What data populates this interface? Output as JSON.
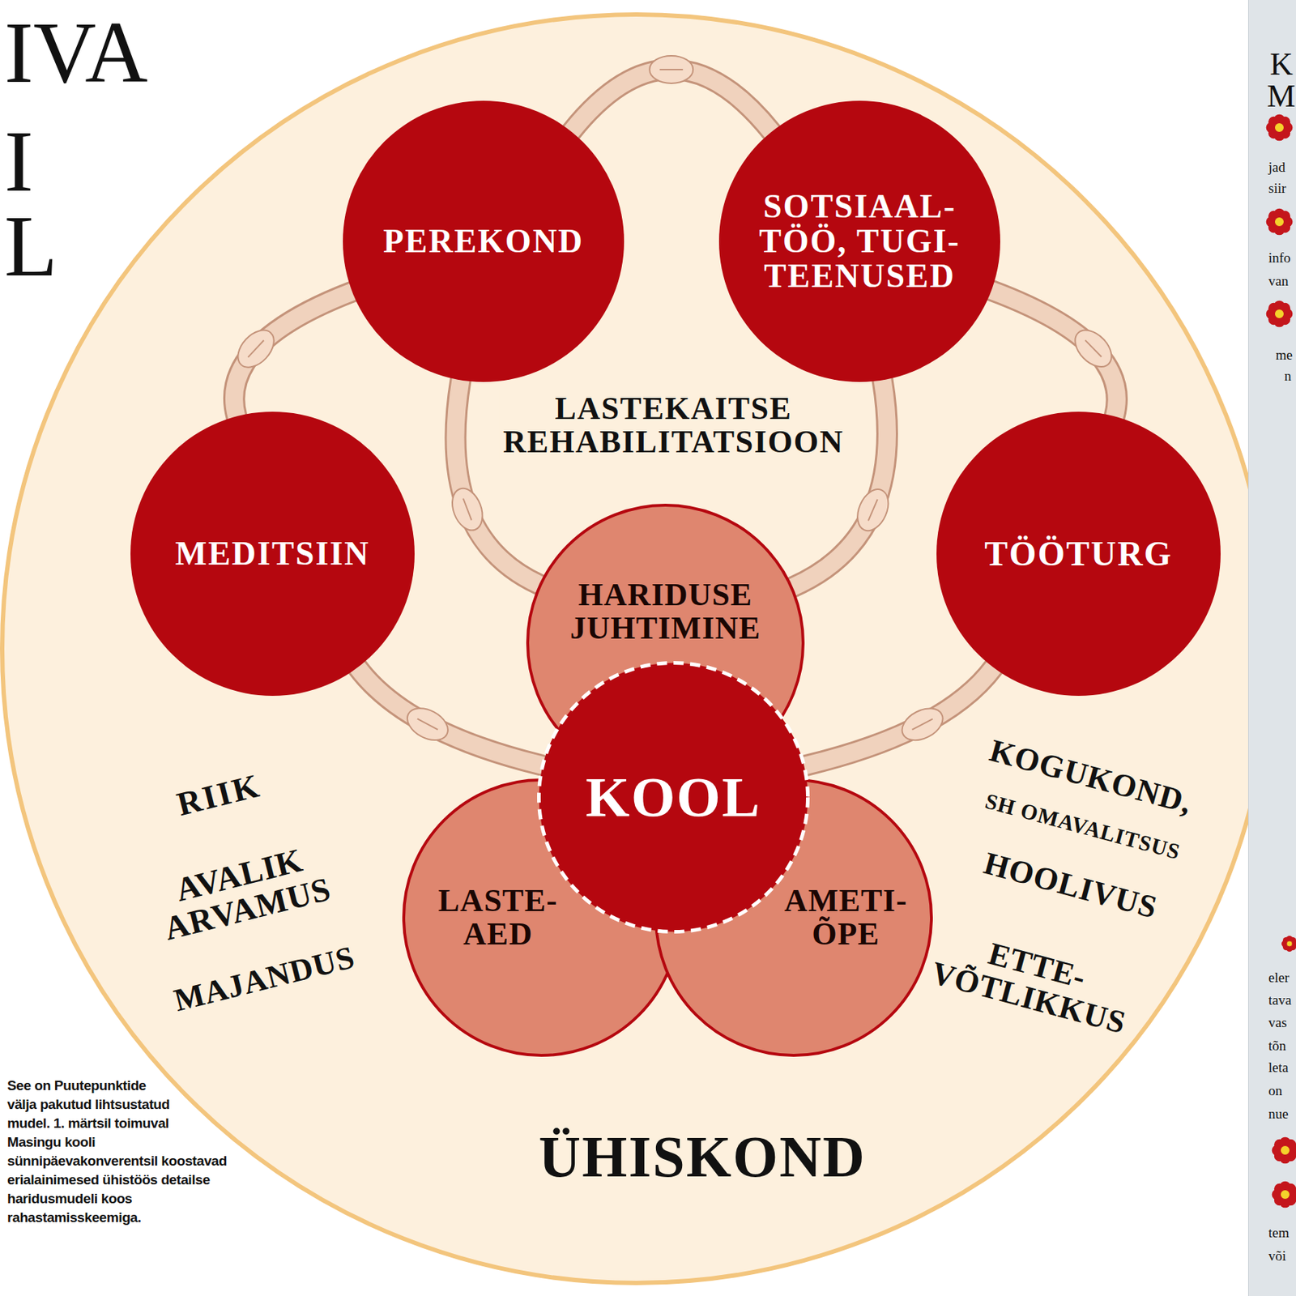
{
  "diagram": {
    "caption": "See on Puutepunktide välja pakutud lihtsustatud mudel. 1. märtsil toimuval Masingu kooli sünnipäevakonverentsil koostavad erialainimesed ühistöös detailse haridusmudeli koos rahastamisskeemiga.",
    "nodes": [
      {
        "text": [
          "ÜHISKOND"
        ]
      },
      {
        "text": [
          "PEREKOND"
        ],
        "in": 0
      },
      {
        "text": [
          "SOTSIAAL-TÖÖ, TUGI-TEENUSED"
        ],
        "in": 0
      },
      {
        "text": [
          "MEDITSIIN"
        ],
        "in": 0
      },
      {
        "text": [
          "TÖÖTURG"
        ],
        "in": 0
      },
      {
        "text": [
          "HARIDUSE JUHTIMINE"
        ],
        "in": 0
      },
      {
        "text": [
          "KOOL"
        ],
        "in": 0
      },
      {
        "text": [
          "LASTE-AED"
        ],
        "in": 0
      },
      {
        "text": [
          "AMETI-ÕPE"
        ],
        "in": 0
      }
    ],
    "edges": [
      {
        "from": 1,
        "to": 2,
        "arrow": "none"
      },
      {
        "from": 1,
        "to": 3,
        "arrow": "none"
      },
      {
        "from": 2,
        "to": 4,
        "arrow": "none"
      },
      {
        "from": 1,
        "to": 5,
        "arrow": "none"
      },
      {
        "from": 2,
        "to": 5,
        "arrow": "none"
      },
      {
        "from": 3,
        "to": 6,
        "arrow": "none"
      },
      {
        "from": 4,
        "to": 6,
        "arrow": "none"
      }
    ],
    "labels": [
      "IVA",
      "I",
      "L",
      "LASTEKAITSE REHABILITATSIOON",
      "RIIK",
      "AVALIK ARVAMUS",
      "MAJANDUS",
      "KOGUKOND,",
      "SH OMAVALITSUS",
      "HOOLIVUS",
      "ETTE-VÕTLIKKUS",
      "K",
      "M",
      "jad",
      "siir",
      "info",
      "van",
      "me",
      "n",
      "eler",
      "tava",
      "vas",
      "tõn",
      "leta",
      "on",
      "nue",
      "tem",
      "või"
    ]
  }
}
